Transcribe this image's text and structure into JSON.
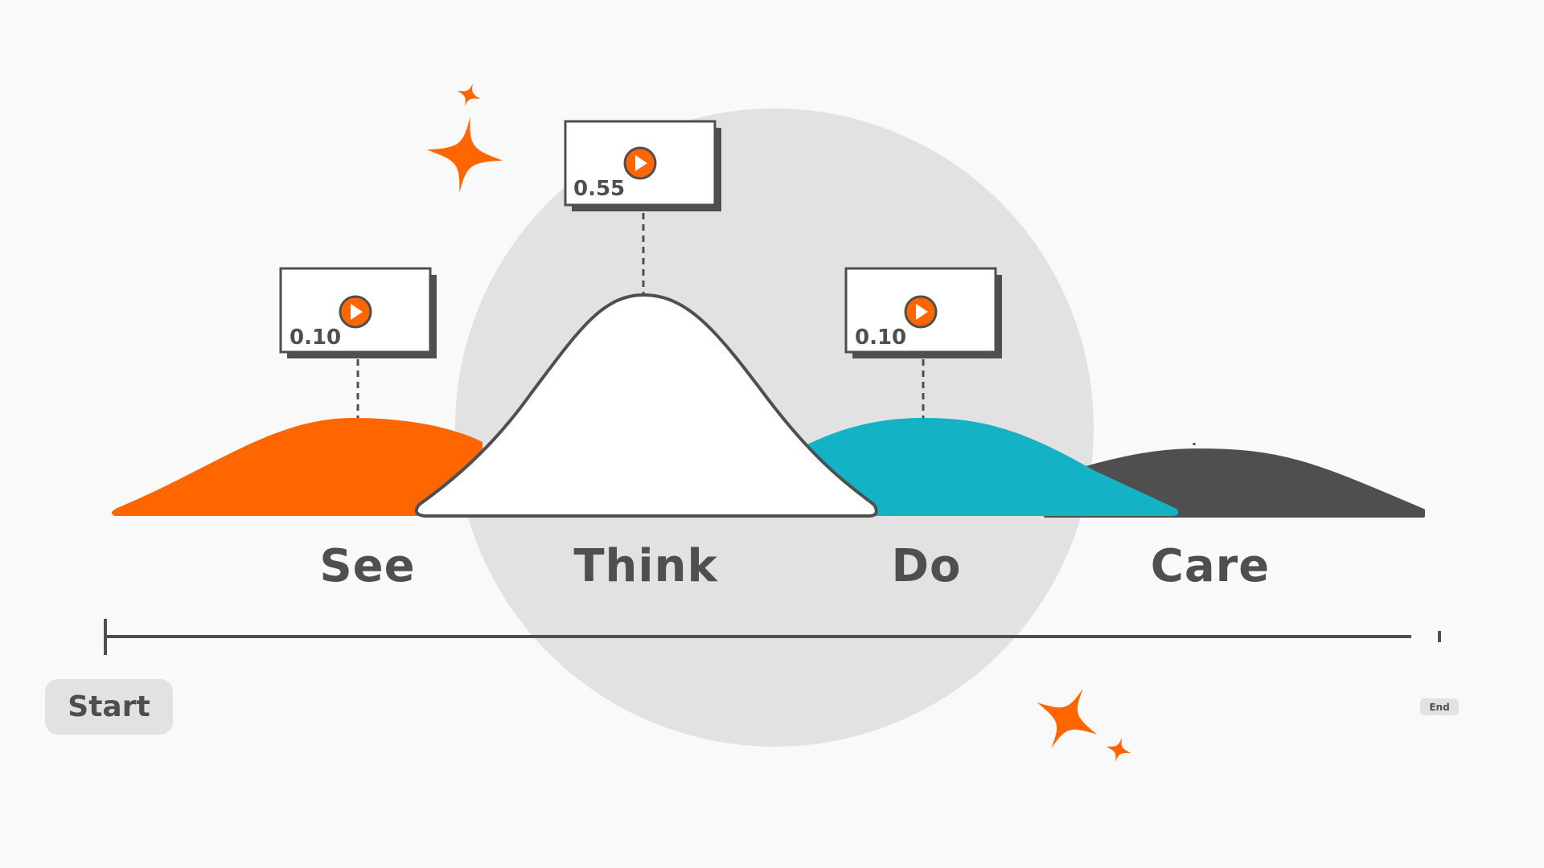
{
  "stages": [
    {
      "label": "See",
      "color": "#ff6600"
    },
    {
      "label": "Think",
      "color": "#ffffff"
    },
    {
      "label": "Do",
      "color": "#13b3c5"
    },
    {
      "label": "Care",
      "color": "#4f4f4f"
    }
  ],
  "cards": [
    {
      "stage": "See",
      "value": "0.10",
      "icon": "play-icon"
    },
    {
      "stage": "Think",
      "value": "0.55",
      "icon": "play-icon"
    },
    {
      "stage": "Do",
      "value": "0.10",
      "icon": "play-icon"
    }
  ],
  "timeline": {
    "start_label": "Start",
    "end_label": "End"
  },
  "colors": {
    "accent": "#ff6600",
    "teal": "#13b3c5",
    "dark": "#4f4f4f",
    "circle": "#e2e2e2",
    "background": "#faf9f9"
  },
  "decorations": [
    "sparkle-icon",
    "sparkle-icon",
    "sparkle-icon",
    "sparkle-icon"
  ]
}
